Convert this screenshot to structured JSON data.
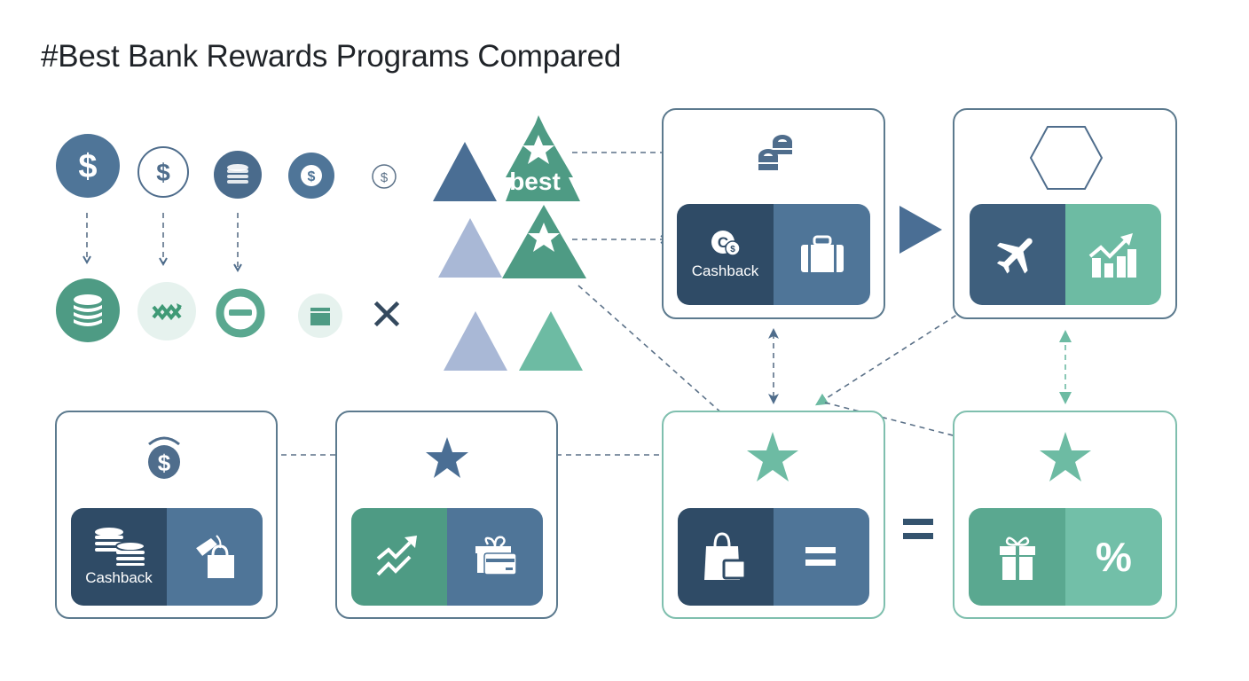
{
  "title": "#Best Bank Rewards Programs Compared",
  "colors": {
    "navy": "#2f4b66",
    "steel_blue": "#4f7598",
    "mid_blue": "#4e6f8f",
    "light_lavender": "#a9b8d6",
    "teal": "#4e9b84",
    "light_teal": "#6dbba3",
    "pale_teal_bg": "#e6f2ee",
    "card_border_blue": "#5c7a8e",
    "card_border_green": "#7fbfae",
    "connector": "#5b7188"
  },
  "icon_rows": {
    "top": [
      {
        "icon": "dollar-circle-filled-icon"
      },
      {
        "icon": "dollar-circle-outline-icon"
      },
      {
        "icon": "coin-stack-circle-icon"
      },
      {
        "icon": "dollar-coin-small-icon"
      },
      {
        "icon": "dollar-outline-tiny-icon"
      }
    ],
    "bottom": [
      {
        "icon": "database-coins-icon"
      },
      {
        "icon": "exchange-arrows-icon"
      },
      {
        "icon": "minus-circle-icon"
      },
      {
        "icon": "window-card-icon"
      },
      {
        "icon": "close-x-icon"
      }
    ]
  },
  "triangles": {
    "best_label": "best",
    "items": [
      {
        "name": "triangle-blue-dark"
      },
      {
        "name": "triangle-green-best-star"
      },
      {
        "name": "triangle-lavender"
      },
      {
        "name": "triangle-green-star"
      },
      {
        "name": "triangle-lavender-bottom"
      },
      {
        "name": "triangle-light-green-bottom"
      }
    ]
  },
  "cards": [
    {
      "id": "cashback-travel",
      "header_icon": "coin-stacks-icon",
      "left": {
        "icon": "cashback-coin-icon",
        "label": "Cashback"
      },
      "right": {
        "icon": "briefcase-icon"
      }
    },
    {
      "id": "travel-growth",
      "header_icon": "hexagon-outline-icon",
      "left": {
        "icon": "airplane-icon"
      },
      "right": {
        "icon": "bar-chart-growth-icon"
      }
    },
    {
      "id": "cashback-shopping",
      "header_icon": "dollar-signal-icon",
      "left": {
        "icon": "coins-stack-icon",
        "label": "Cashback"
      },
      "right": {
        "icon": "money-bag-icon"
      }
    },
    {
      "id": "growth-gift-card",
      "header_icon": "star-icon",
      "left": {
        "icon": "trend-up-icon"
      },
      "right": {
        "icon": "gift-card-icon"
      }
    },
    {
      "id": "shopping-equal",
      "header_icon": "star-icon",
      "left": {
        "icon": "shopping-bag-icon"
      },
      "right": {
        "icon": "equals-icon",
        "label": "="
      }
    },
    {
      "id": "gift-percent",
      "header_icon": "star-icon",
      "left": {
        "icon": "gift-icon"
      },
      "right": {
        "icon": "percent-icon",
        "label": "%"
      }
    }
  ],
  "operators": {
    "play_arrow": "play-arrow-icon",
    "equals_between": "="
  }
}
